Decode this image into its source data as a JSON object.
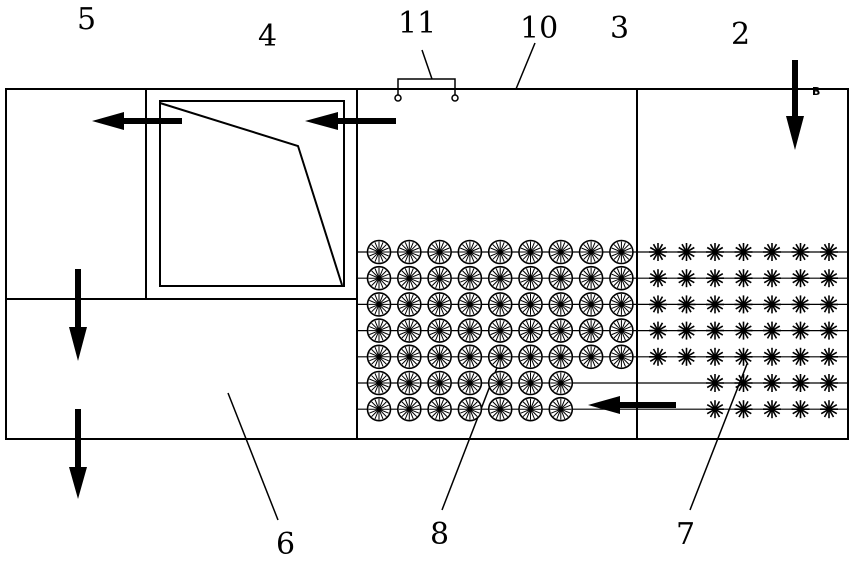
{
  "diagram": {
    "labels": {
      "l5": "5",
      "l4": "4",
      "l11": "11",
      "l10": "10",
      "l3": "3",
      "l2": "2",
      "l6": "6",
      "l8": "8",
      "l7": "7",
      "inlet_mark": "B"
    },
    "colors": {
      "stroke": "#000000",
      "background": "#ffffff"
    },
    "media_grid": {
      "disc_rows": [
        9,
        9,
        9,
        9,
        9,
        7,
        7
      ],
      "star_rows": [
        7,
        7,
        7,
        7,
        7,
        5,
        5
      ]
    }
  }
}
